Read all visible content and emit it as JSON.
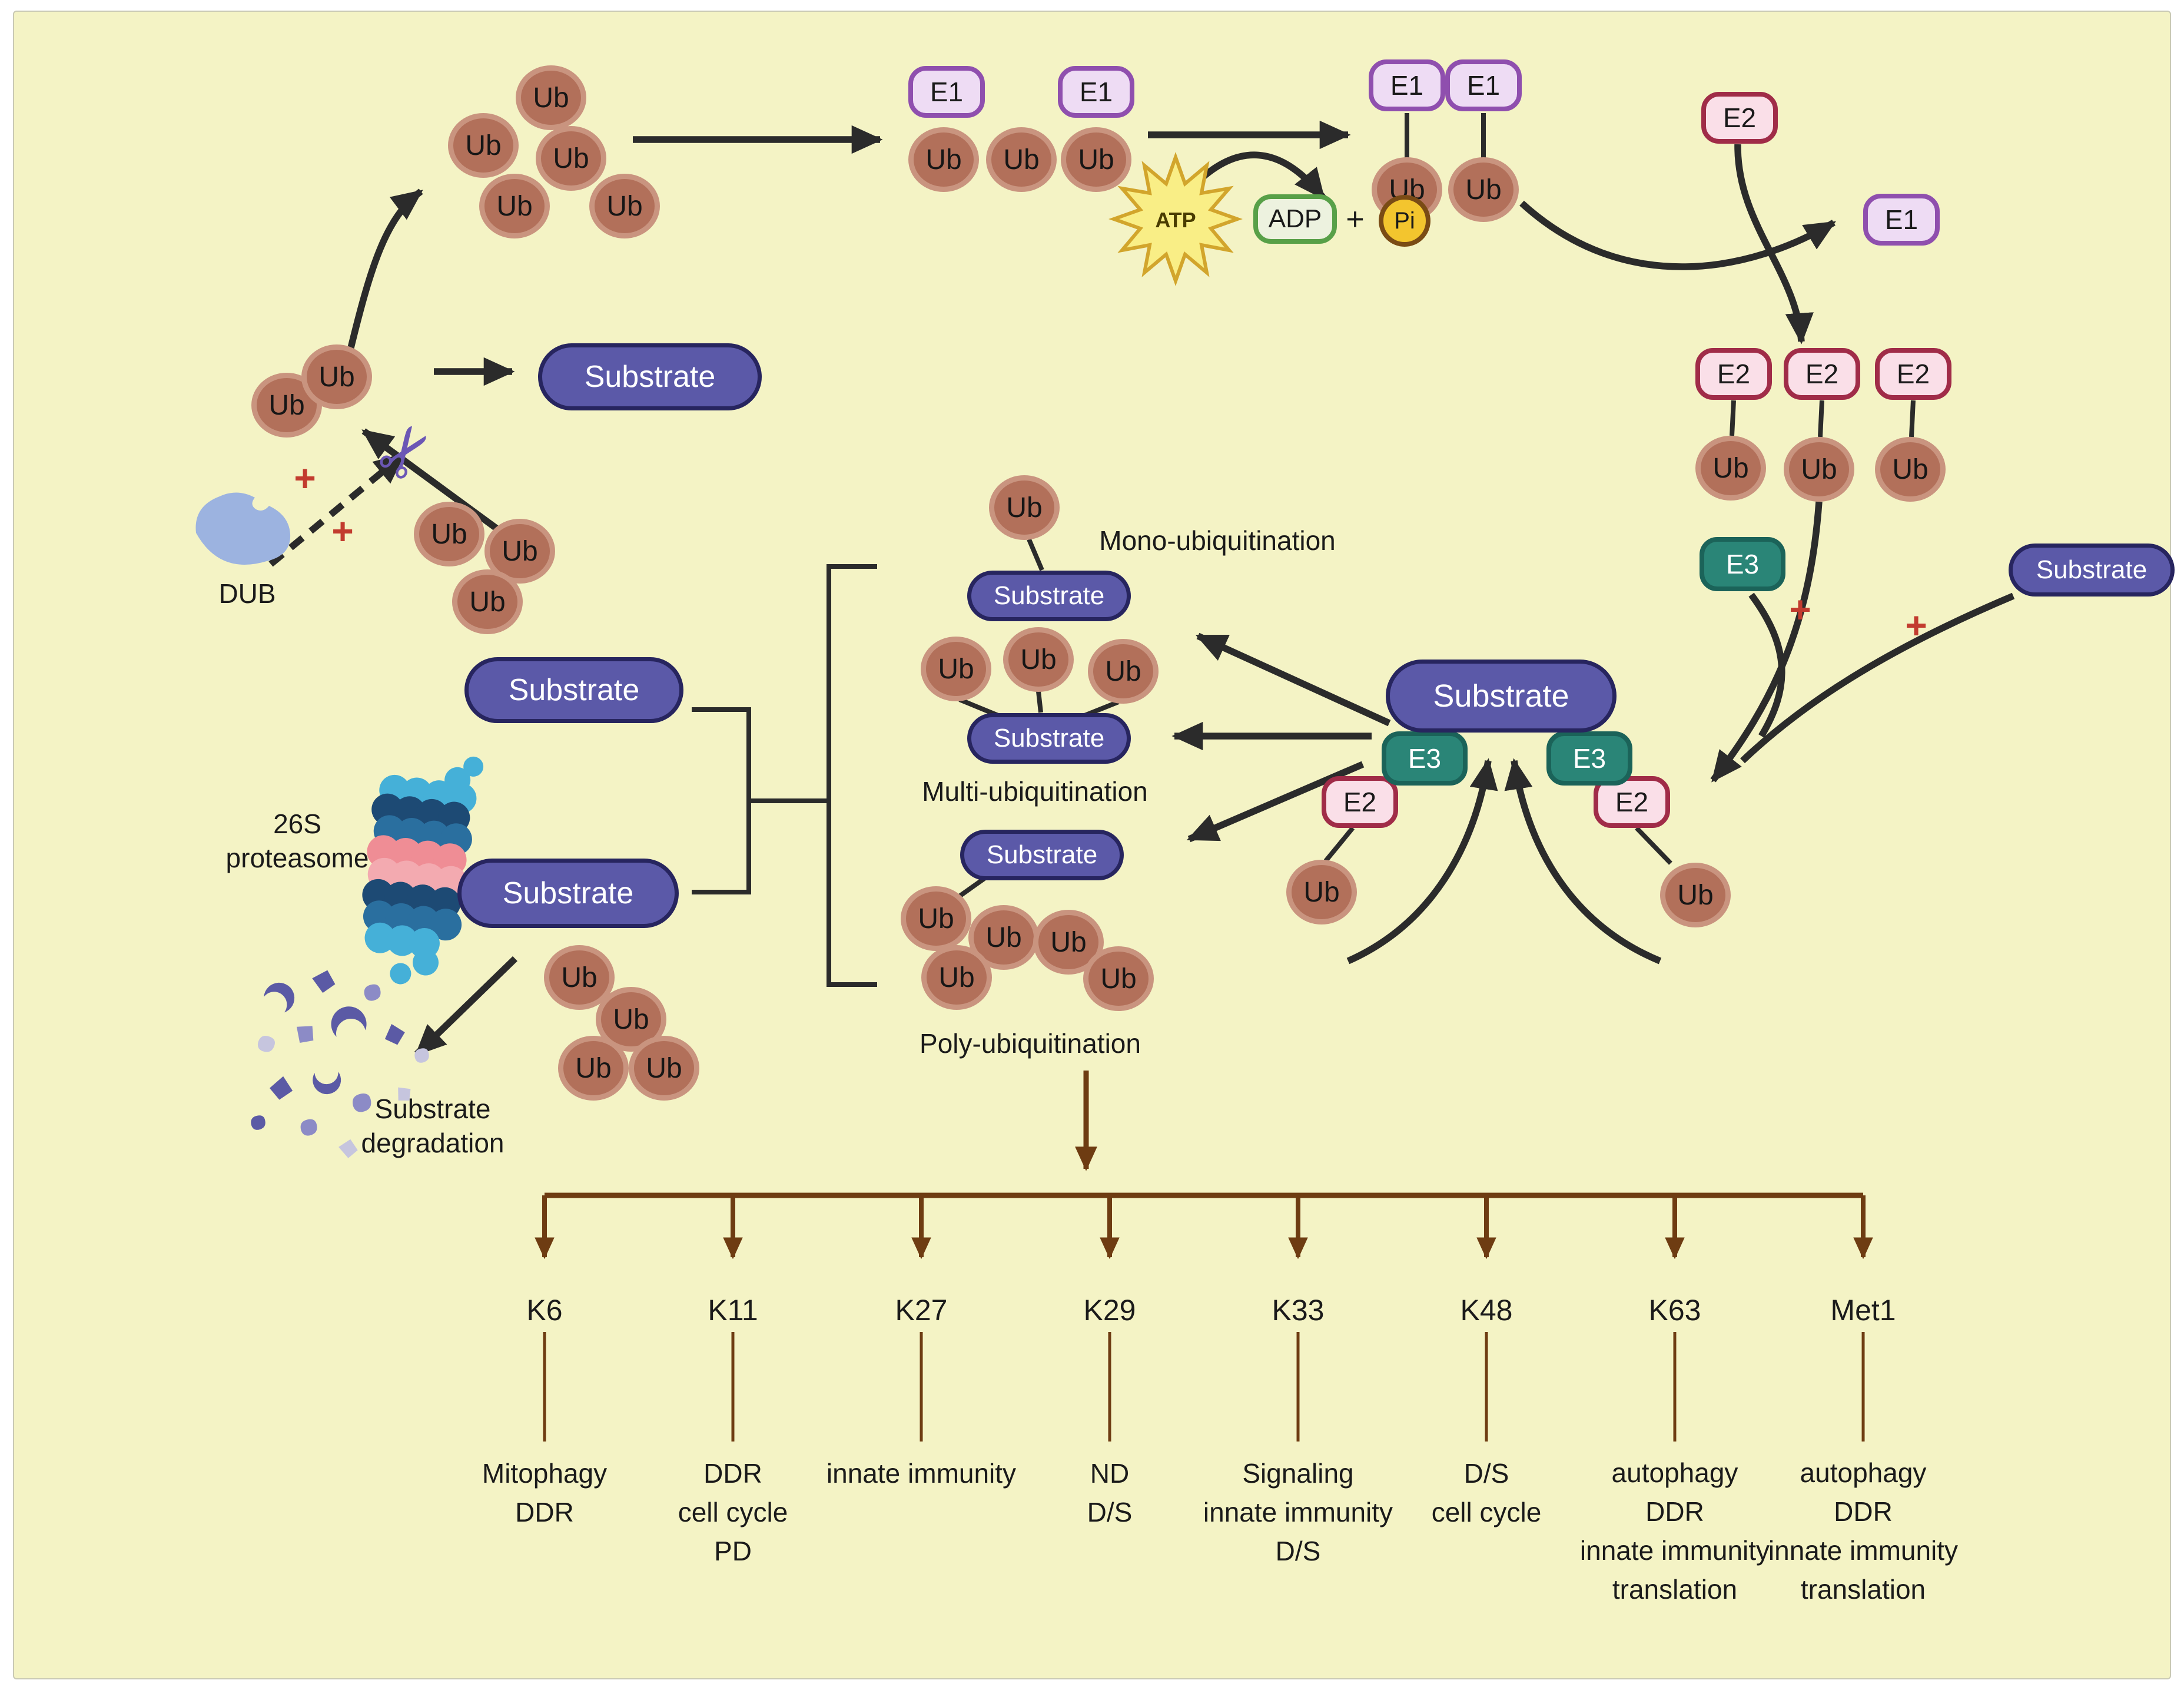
{
  "labels": {
    "ub": "Ub",
    "e1": "E1",
    "e2": "E2",
    "e3": "E3",
    "substrate": "Substrate",
    "atp": "ATP",
    "adp": "ADP",
    "pi": "Pi",
    "plus_math": "+",
    "plus_signal": "+",
    "dub": "DUB",
    "mono": "Mono-ubiquitination",
    "multi": "Multi-ubiquitination",
    "poly": "Poly-ubiquitination",
    "proteasome": [
      "26S",
      "proteasome"
    ],
    "degradation": [
      "Substrate",
      "degradation"
    ]
  },
  "icons": {
    "scissors": "✂"
  },
  "branches": [
    {
      "label": "K6",
      "functions": [
        "Mitophagy",
        "DDR"
      ]
    },
    {
      "label": "K11",
      "functions": [
        "DDR",
        "cell cycle",
        "PD"
      ]
    },
    {
      "label": "K27",
      "functions": [
        "innate immunity"
      ]
    },
    {
      "label": "K29",
      "functions": [
        "ND",
        "D/S"
      ]
    },
    {
      "label": "K33",
      "functions": [
        "Signaling",
        "innate immunity",
        "D/S"
      ]
    },
    {
      "label": "K48",
      "functions": [
        "D/S",
        "cell cycle"
      ]
    },
    {
      "label": "K63",
      "functions": [
        "autophagy",
        "DDR",
        "innate immunity",
        "translation"
      ]
    },
    {
      "label": "Met1",
      "functions": [
        "autophagy",
        "DDR",
        "innate immunity",
        "translation"
      ]
    }
  ],
  "colors": {
    "background": "#f4f3c5",
    "ub_fill": "#b2705a",
    "ub_rim": "#c9947f",
    "e1_fill": "#eedcf4",
    "e1_border": "#8f4fae",
    "e2_fill": "#fadfe8",
    "e2_border": "#a02c48",
    "e3_fill": "#2a8577",
    "substrate_fill": "#5b59a8",
    "arrow_black": "#2b2b2b",
    "branch_brown": "#6e3c12",
    "plus_red": "#c23b2e",
    "atp_star": "#f9ee86",
    "adp_border": "#58a048",
    "pi_fill": "#f3c52e",
    "dub_fill": "#9cb3e0",
    "fragment_dark": "#5b5aa5",
    "fragment_mid": "#8c8bc6",
    "fragment_light": "#c6c5de"
  }
}
